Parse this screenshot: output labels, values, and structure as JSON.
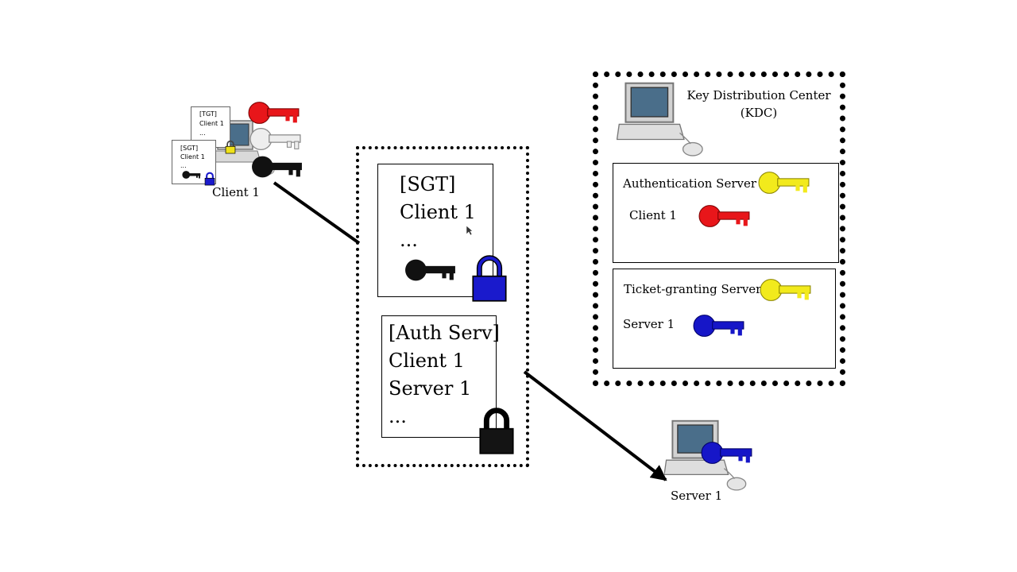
{
  "client": {
    "label": "Client 1",
    "tgt_card": {
      "lines": [
        "[TGT]",
        "Client 1",
        "..."
      ]
    },
    "sgt_card": {
      "lines": [
        "[SGT]",
        "Client 1",
        "..."
      ]
    }
  },
  "message": {
    "sgt_box": {
      "lines": [
        "[SGT]",
        "Client 1",
        "..."
      ]
    },
    "auth_box": {
      "lines": [
        "[Auth Serv]",
        "Client 1",
        "Server 1",
        "..."
      ]
    }
  },
  "kdc": {
    "title_line1": "Key Distribution Center",
    "title_line2": "(KDC)",
    "auth_server": {
      "label": "Authentication Server",
      "entry_label": "Client 1"
    },
    "tgs": {
      "label": "Ticket-granting Server",
      "entry_label": "Server 1"
    }
  },
  "server": {
    "label": "Server 1"
  },
  "colors": {
    "red_key": "#e8161a",
    "white_key": "#eeeeee",
    "black_key": "#111111",
    "yellow_key": "#f2ea1c",
    "blue_key": "#1616c8",
    "blue_lock": "#1a1acc",
    "black_lock": "#141414",
    "yellow_lock": "#efe21a"
  },
  "icons": [
    "computer-icon",
    "key-icon",
    "padlock-icon",
    "arrow-icon",
    "mouse-cursor-icon"
  ]
}
